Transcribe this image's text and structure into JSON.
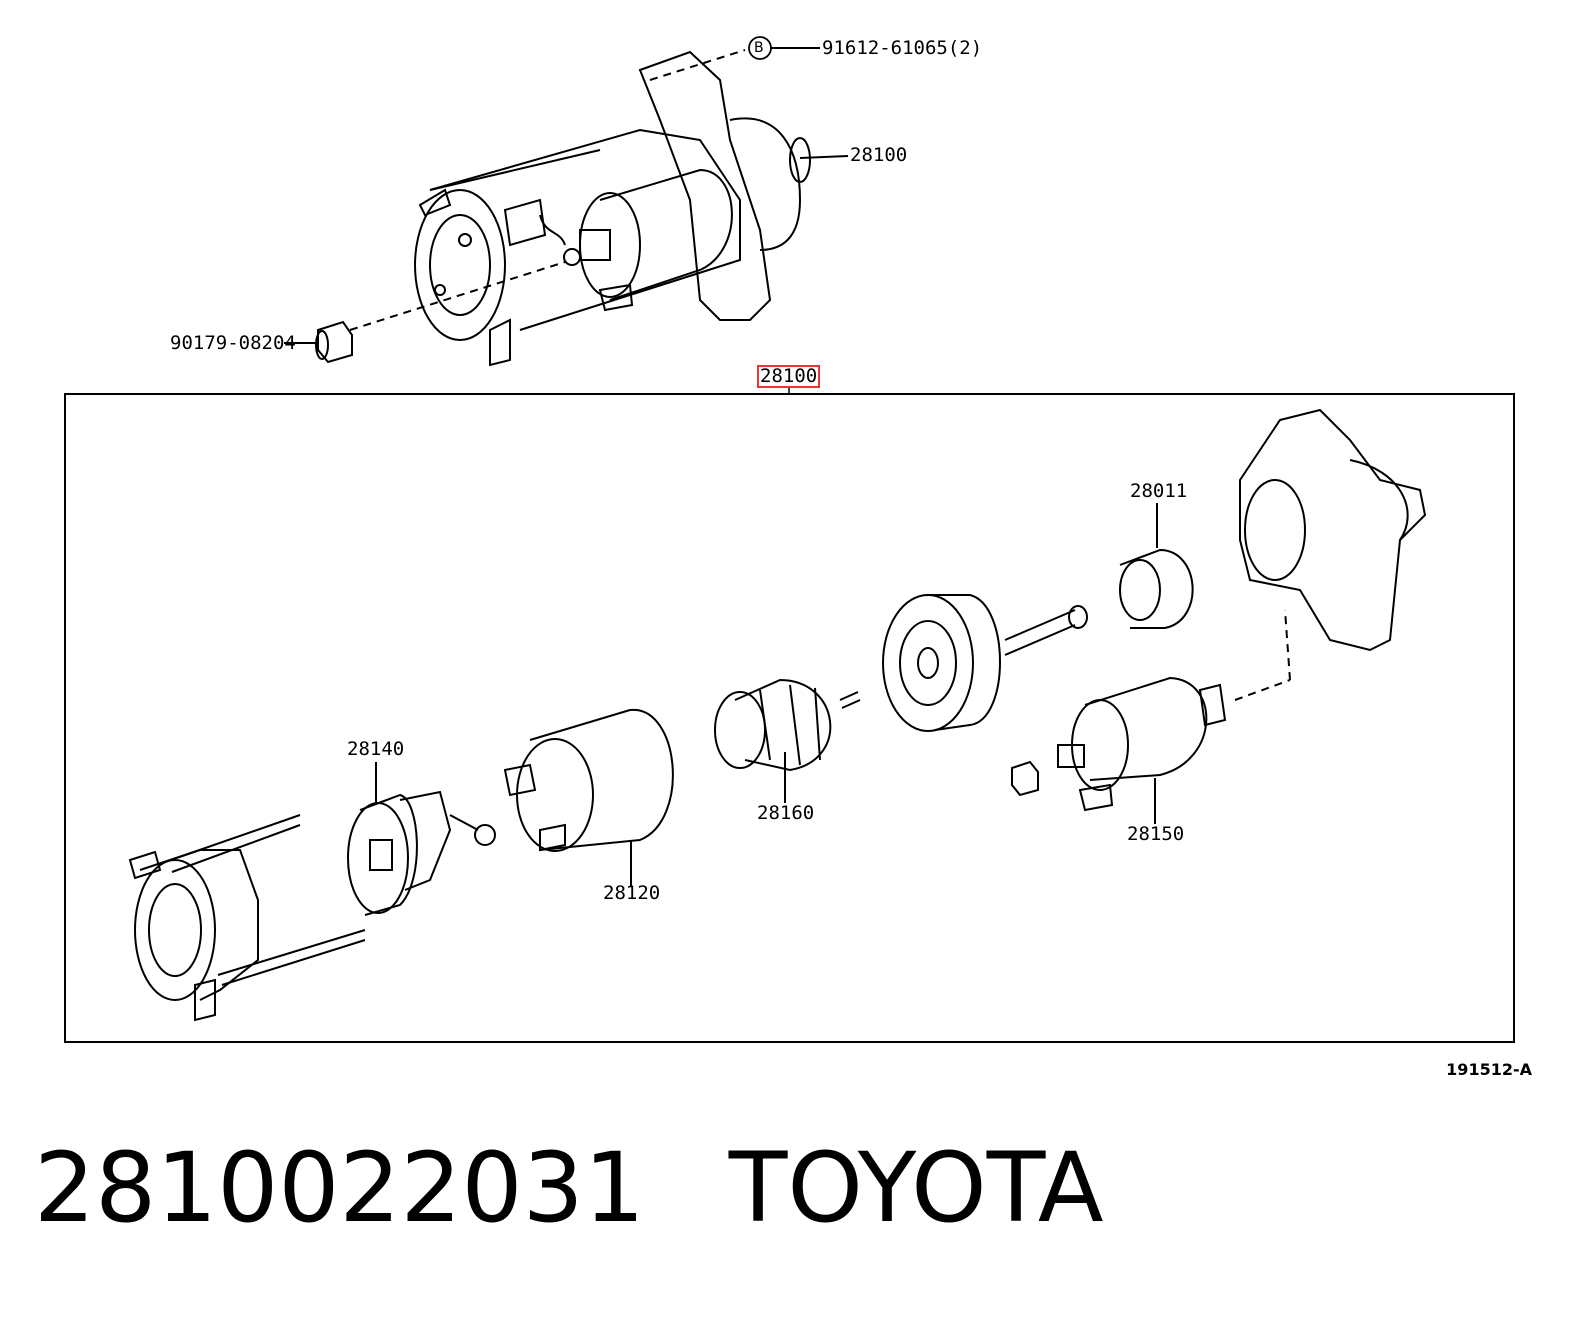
{
  "callouts": {
    "bolt": "91612-61065(2)",
    "starter_top": "28100",
    "nut": "90179-08204",
    "assembly": "28100",
    "pinion": "28011",
    "brush_holder": "28140",
    "armature": "28160",
    "yoke": "28120",
    "solenoid": "28150"
  },
  "marker_letter": "B",
  "diagram_code": "191512-A",
  "caption": {
    "part_number": "2810022031",
    "brand": "TOYOTA"
  },
  "colors": {
    "line": "#000000",
    "highlight": "#e33333",
    "background": "#ffffff"
  }
}
